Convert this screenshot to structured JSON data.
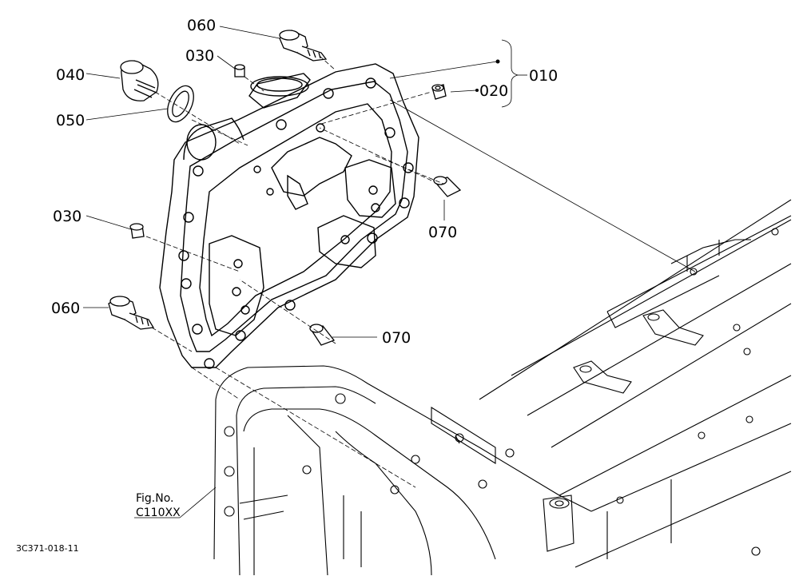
{
  "labels": {
    "p060_top": "060",
    "p030_top": "030",
    "p040": "040",
    "p050": "050",
    "p020": "020",
    "p010": "010",
    "p070_right": "070",
    "p030_left": "030",
    "p060_bottom": "060",
    "p070_bottom": "070"
  },
  "figure_ref": {
    "line1": "Fig.No.",
    "line2": "C110XX"
  },
  "drawing_code": "3C371-018-11",
  "colors": {
    "line": "#000000",
    "background": "#ffffff"
  }
}
